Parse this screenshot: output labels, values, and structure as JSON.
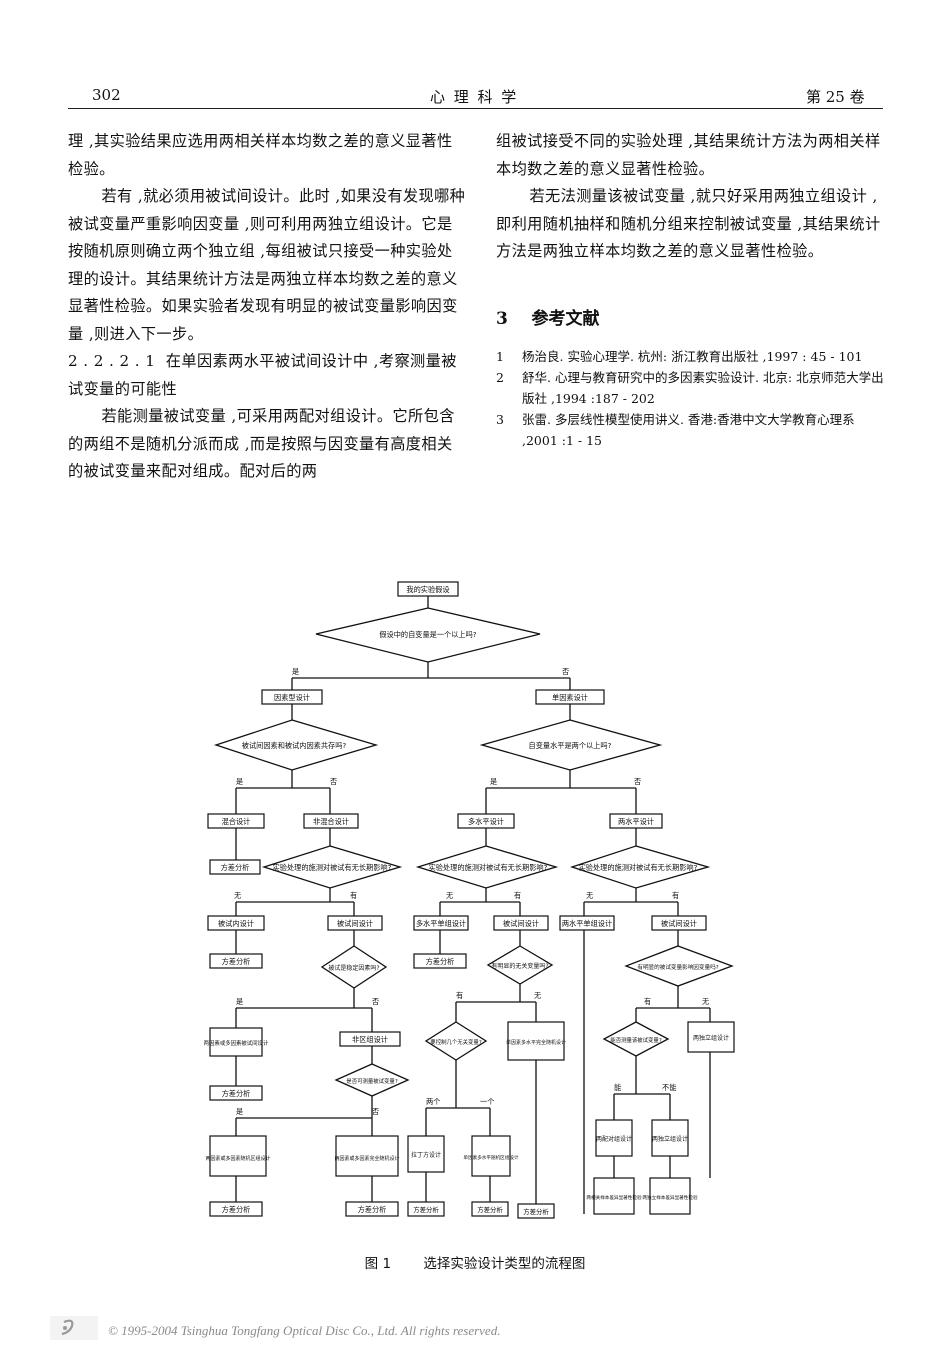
{
  "header": {
    "page_number": "302",
    "journal": "心 理 科 学",
    "volume": "第 25 卷"
  },
  "left_column": {
    "p1": "理 ,其实验结果应选用两相关样本均数之差的意义显著性检验。",
    "p2": "若有 ,就必须用被试间设计。此时 ,如果没有发现哪种被试变量严重影响因变量 ,则可利用两独立组设计。它是按随机原则确立两个独立组 ,每组被试只接受一种实验处理的设计。其结果统计方法是两独立样本均数之差的意义显著性检验。如果实验者发现有明显的被试变量影响因变量 ,则进入下一步。",
    "p3_num": "2 . 2 . 2 . 1",
    "p3": "在单因素两水平被试间设计中 ,考察测量被试变量的可能性",
    "p4": "若能测量被试变量 ,可采用两配对组设计。它所包含的两组不是随机分派而成 ,而是按照与因变量有高度相关的被试变量来配对组成。配对后的两"
  },
  "right_column": {
    "p1": "组被试接受不同的实验处理 ,其结果统计方法为两相关样本均数之差的意义显著性检验。",
    "p2": "若无法测量该被试变量 ,就只好采用两独立组设计 ,即利用随机抽样和随机分组来控制被试变量 ,其结果统计方法是两独立样本均数之差的意义显著性检验。",
    "section_num": "3",
    "section_title": "参考文献",
    "references": [
      {
        "n": "1",
        "text": "杨治良. 实验心理学. 杭州: 浙江教育出版社 ,1997 : 45 - 101"
      },
      {
        "n": "2",
        "text": "舒华. 心理与教育研究中的多因素实验设计. 北京: 北京师范大学出版社 ,1994 :187 - 202"
      },
      {
        "n": "3",
        "text": "张雷. 多层线性模型使用讲义. 香港:香港中文大学教育心理系 ,2001 :1 - 15"
      }
    ]
  },
  "flowchart": {
    "start": "我的实验假设",
    "q_root": "假设中的自变量是一个以上吗?",
    "yes": "是",
    "no": "否",
    "have": "有",
    "none": "无",
    "factorial": "因素型设计",
    "single_factor": "单因素设计",
    "q_subject_var": "被试间因素和被试内因素共存吗?",
    "q_levels": "自变量水平是两个以上吗?",
    "mixed": "混合设计",
    "nonmixed": "非混合设计",
    "multi_level": "多水平设计",
    "two_level": "两水平设计",
    "anova": "方差分析",
    "q_carry_a": "实验处理的施测对被试有无长期影响?",
    "q_carry_b": "实验处理的施测对被试有无长期影响?",
    "q_carry_c": "实验处理的施测对被试有无长期影响?",
    "within": "被试内设计",
    "between": "被试间设计",
    "multi_within": "多水平单组设计",
    "two_within": "两水平单组设计",
    "q_stable": "被试是稳定因素吗?",
    "q_important_var_a": "有明显的无关变量吗?",
    "q_important_var_b": "有明显的被试变量影响因变量吗?",
    "block_a": "两因素或多因素被试间设计",
    "nonblock": "非区组设计",
    "q_measure": "是否可测量被试变量?",
    "block_b": "两因素或多因素随机区组设计",
    "random_multi": "两因素或多因素完全随机设计",
    "q_one_or_more": "要控制几个无关变量?",
    "single_random": "单因素多水平完全随机设计",
    "two": "两个",
    "one": "一个",
    "latin": "拉丁方设计",
    "single_block": "单因素多水平随机区组设计",
    "q_can_measure": "能否测量该被试变量?",
    "two_indep_a": "两独立组设计",
    "can": "能",
    "cannot": "不能",
    "paired": "两配对组设计",
    "two_indep_b": "两独立组设计",
    "paired_test": "两相关样本差异显著性检验",
    "indep_test": "两独立样本差异显著性检验"
  },
  "caption": {
    "label": "图 1",
    "title": "选择实验设计类型的流程图"
  },
  "footer": {
    "copyright": "© 1995-2004 Tsinghua Tongfang Optical Disc Co., Ltd.  All rights reserved."
  }
}
